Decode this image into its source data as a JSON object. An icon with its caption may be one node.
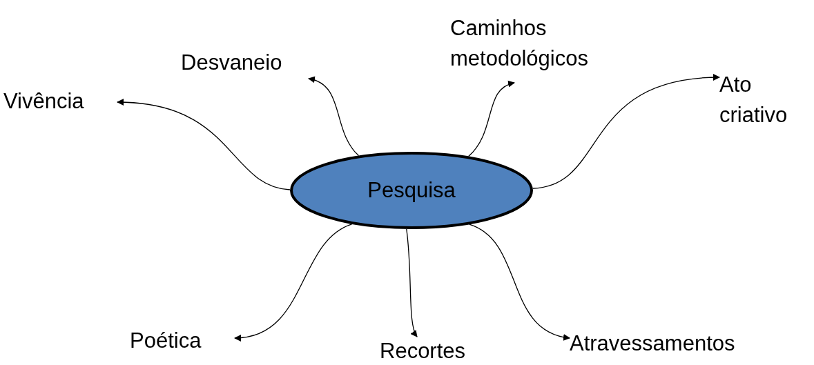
{
  "diagram": {
    "nodes": [
      {
        "text": [
          "Pesquisa"
        ]
      },
      {
        "text": [
          "Vivência"
        ]
      },
      {
        "text": [
          "Desvaneio"
        ]
      },
      {
        "text": [
          "Caminhos metodológicos"
        ]
      },
      {
        "text": [
          "Ato criativo"
        ]
      },
      {
        "text": [
          "Poética"
        ]
      },
      {
        "text": [
          "Recortes"
        ]
      },
      {
        "text": [
          "Atravessamentos"
        ]
      }
    ],
    "edges": [
      {
        "from": 0,
        "to": 1,
        "arrow": "to"
      },
      {
        "from": 0,
        "to": 2,
        "arrow": "to"
      },
      {
        "from": 0,
        "to": 3,
        "arrow": "to"
      },
      {
        "from": 0,
        "to": 4,
        "arrow": "to"
      },
      {
        "from": 0,
        "to": 5,
        "arrow": "to"
      },
      {
        "from": 0,
        "to": 6,
        "arrow": "to"
      },
      {
        "from": 0,
        "to": 7,
        "arrow": "to"
      }
    ]
  }
}
